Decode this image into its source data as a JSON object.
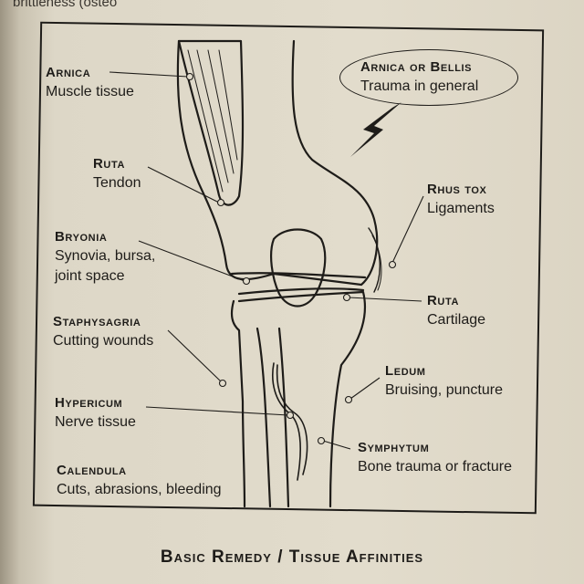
{
  "top_text": "brittleness (osteo",
  "labels": [
    {
      "name": "Arnica",
      "desc": "Muscle tissue"
    },
    {
      "name": "Ruta",
      "desc": "Tendon"
    },
    {
      "name": "Bryonia",
      "desc": "Synovia, bursa, joint space"
    },
    {
      "name": "Staphysagria",
      "desc": "Cutting wounds"
    },
    {
      "name": "Hypericum",
      "desc": "Nerve tissue"
    },
    {
      "name": "Calendula",
      "desc": "Cuts, abrasions, bleeding"
    },
    {
      "name": "Arnica or Bellis",
      "desc": "Trauma in general"
    },
    {
      "name": "Rhus tox",
      "desc": "Ligaments"
    },
    {
      "name": "Ruta",
      "desc": "Cartilage"
    },
    {
      "name": "Ledum",
      "desc": "Bruising, puncture"
    },
    {
      "name": "Symphytum",
      "desc": "Bone trauma or fracture"
    }
  ],
  "caption": "Basic Remedy / Tissue Affinities",
  "colors": {
    "ink": "#1e1c19",
    "paper": "#e2dccc"
  }
}
